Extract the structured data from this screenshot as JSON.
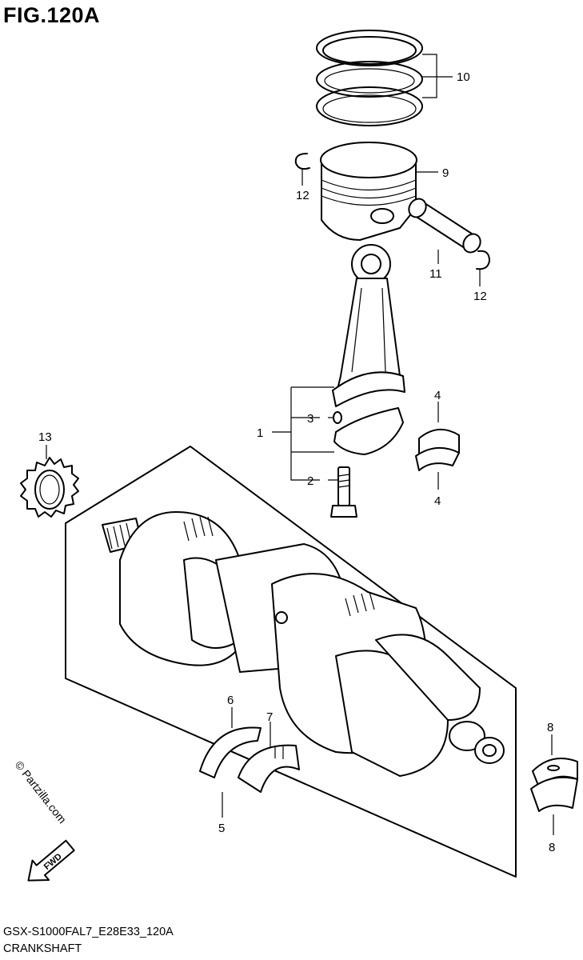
{
  "figure_title": "FIG.120A",
  "watermark": "© Partzilla.com",
  "fwd_label": "FWD",
  "footer": {
    "model_code": "GSX-S1000FAL7_E28E33_120A",
    "section_name": "CRANKSHAFT"
  },
  "callouts": {
    "c1": "1",
    "c2": "2",
    "c3": "3",
    "c4a": "4",
    "c4b": "4",
    "c5": "5",
    "c6": "6",
    "c7": "7",
    "c8a": "8",
    "c8b": "8",
    "c9": "9",
    "c10": "10",
    "c11": "11",
    "c12a": "12",
    "c12b": "12",
    "c13": "13"
  }
}
